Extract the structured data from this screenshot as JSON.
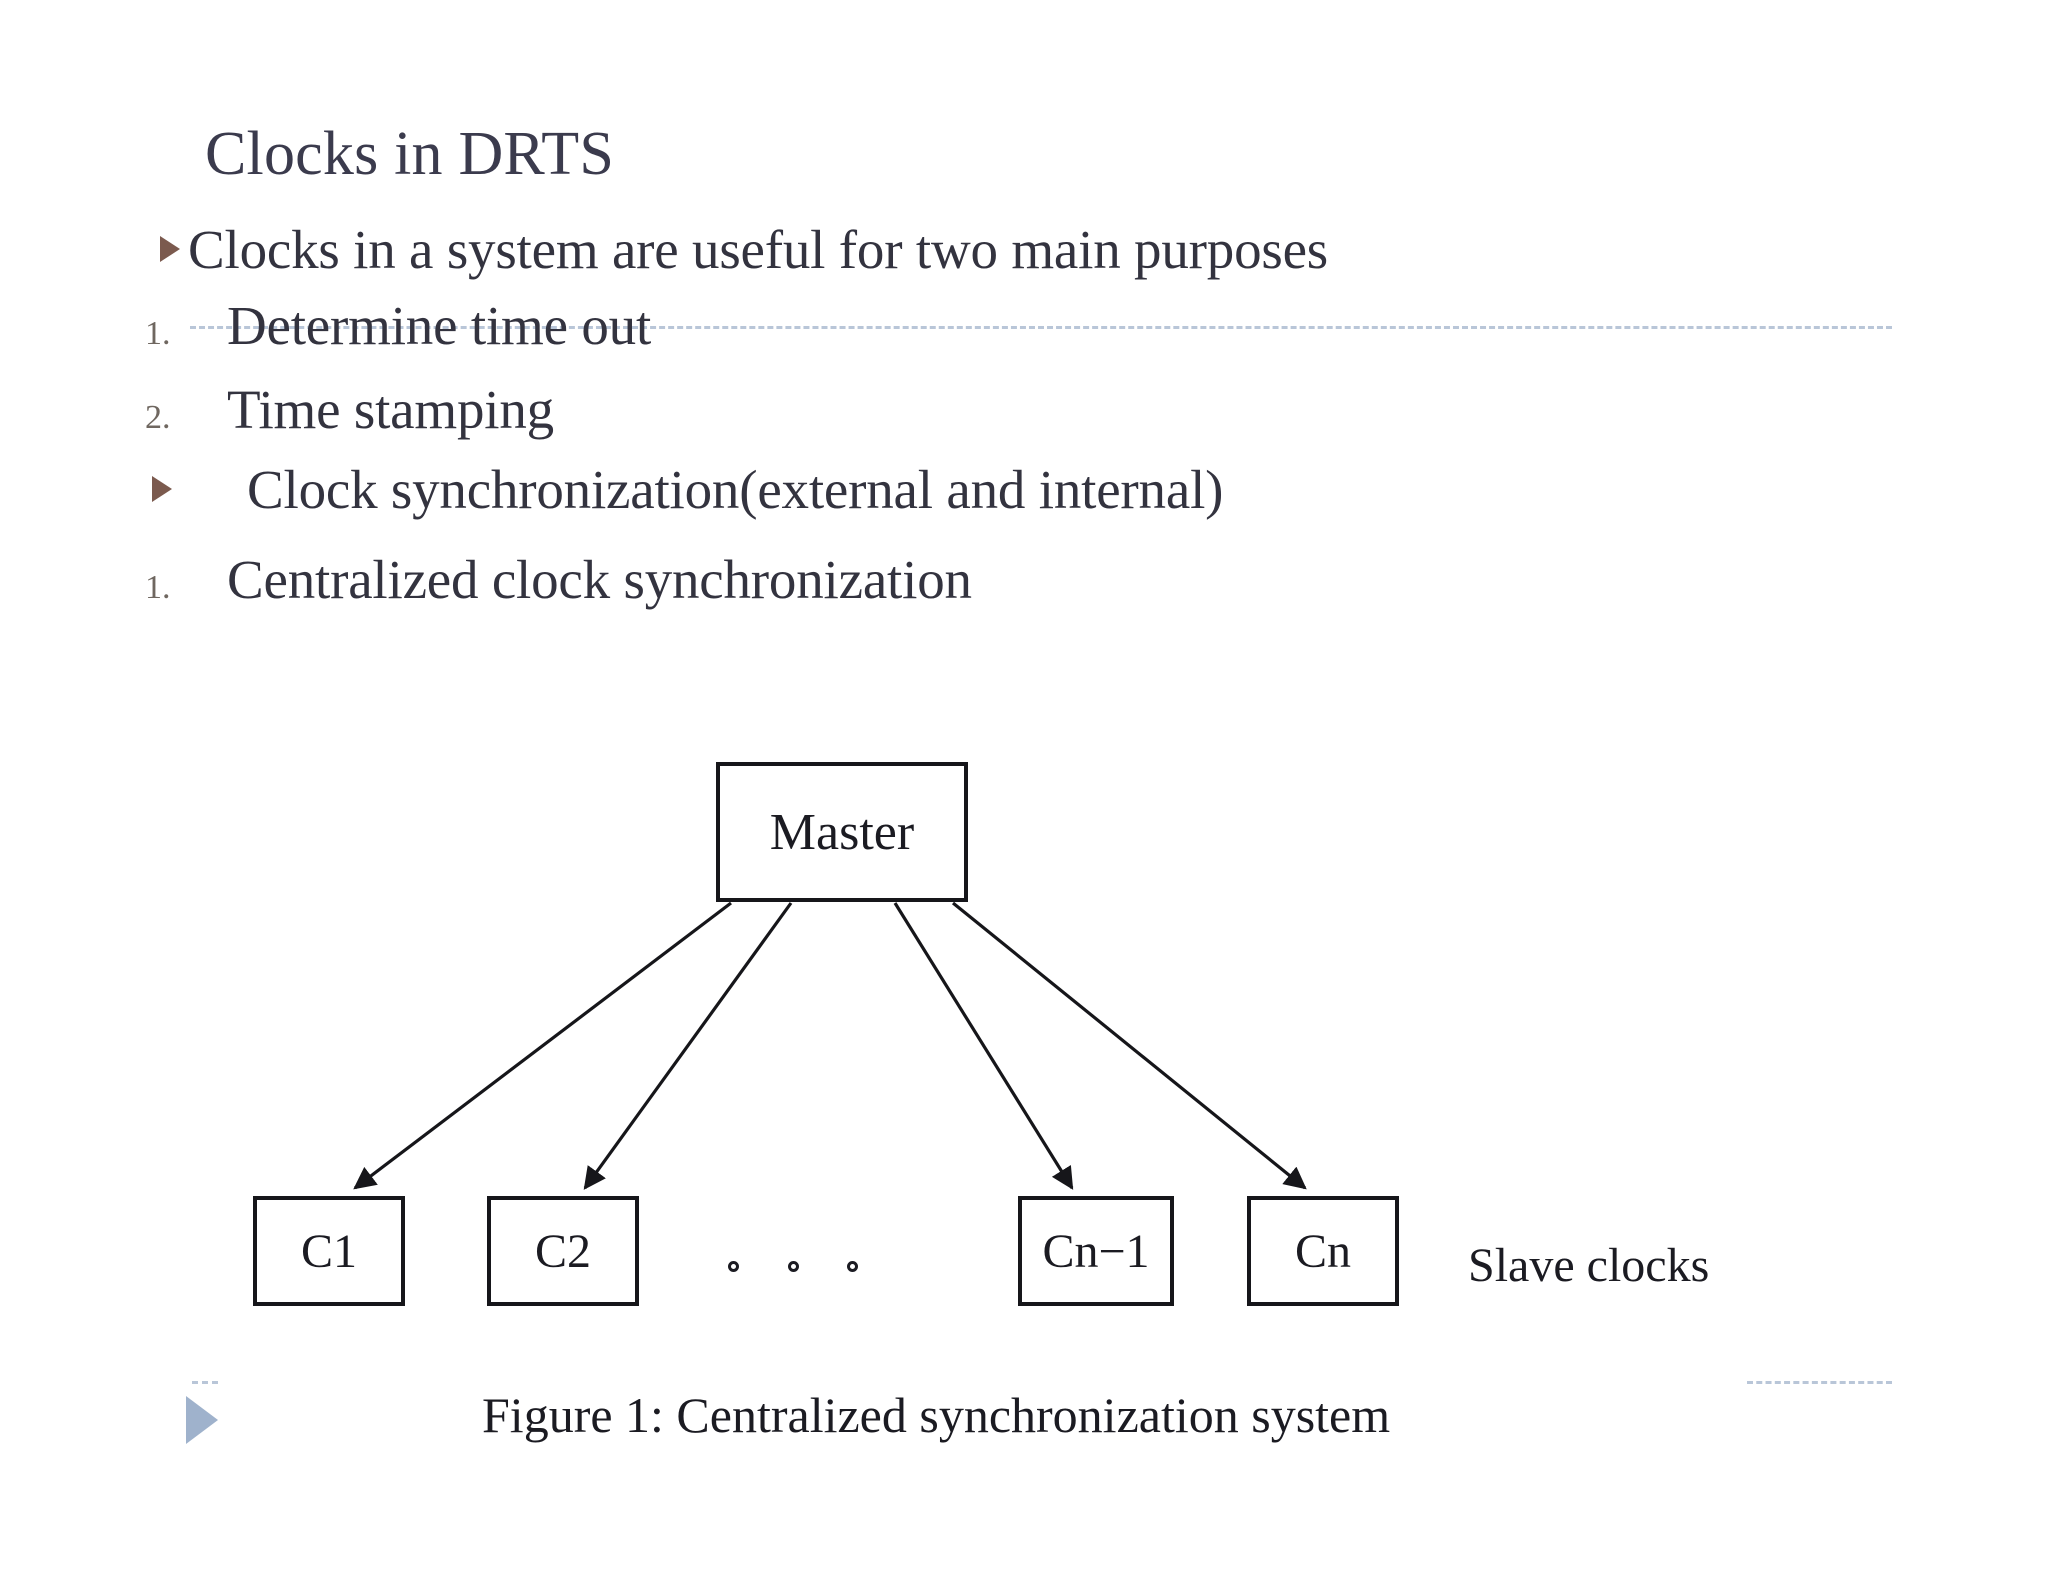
{
  "slide": {
    "title": "Clocks in DRTS",
    "background_color": "#ffffff",
    "title_color": "#3b3b4d",
    "bullet_color": "#7b5a4e",
    "accent_blue": "#9fb2cc"
  },
  "body": {
    "lines": [
      {
        "marker": "triangle",
        "text": "Clocks in a system are useful for two main purposes"
      },
      {
        "marker": "1.",
        "text": "Determine time out"
      },
      {
        "marker": "2.",
        "text": "Time stamping"
      },
      {
        "marker": "triangle",
        "text": "Clock synchronization(external and internal)"
      },
      {
        "marker": "1.",
        "text": "Centralized clock synchronization"
      }
    ]
  },
  "figure": {
    "caption": "Figure 1: Centralized synchronization system",
    "master_label": "Master",
    "slave_group_label": "Slave clocks",
    "ellipsis": "∘ ∘ ∘",
    "slaves": [
      {
        "label": "C1"
      },
      {
        "label": "C2"
      },
      {
        "label": "Cn−1"
      },
      {
        "label": "Cn"
      }
    ]
  }
}
